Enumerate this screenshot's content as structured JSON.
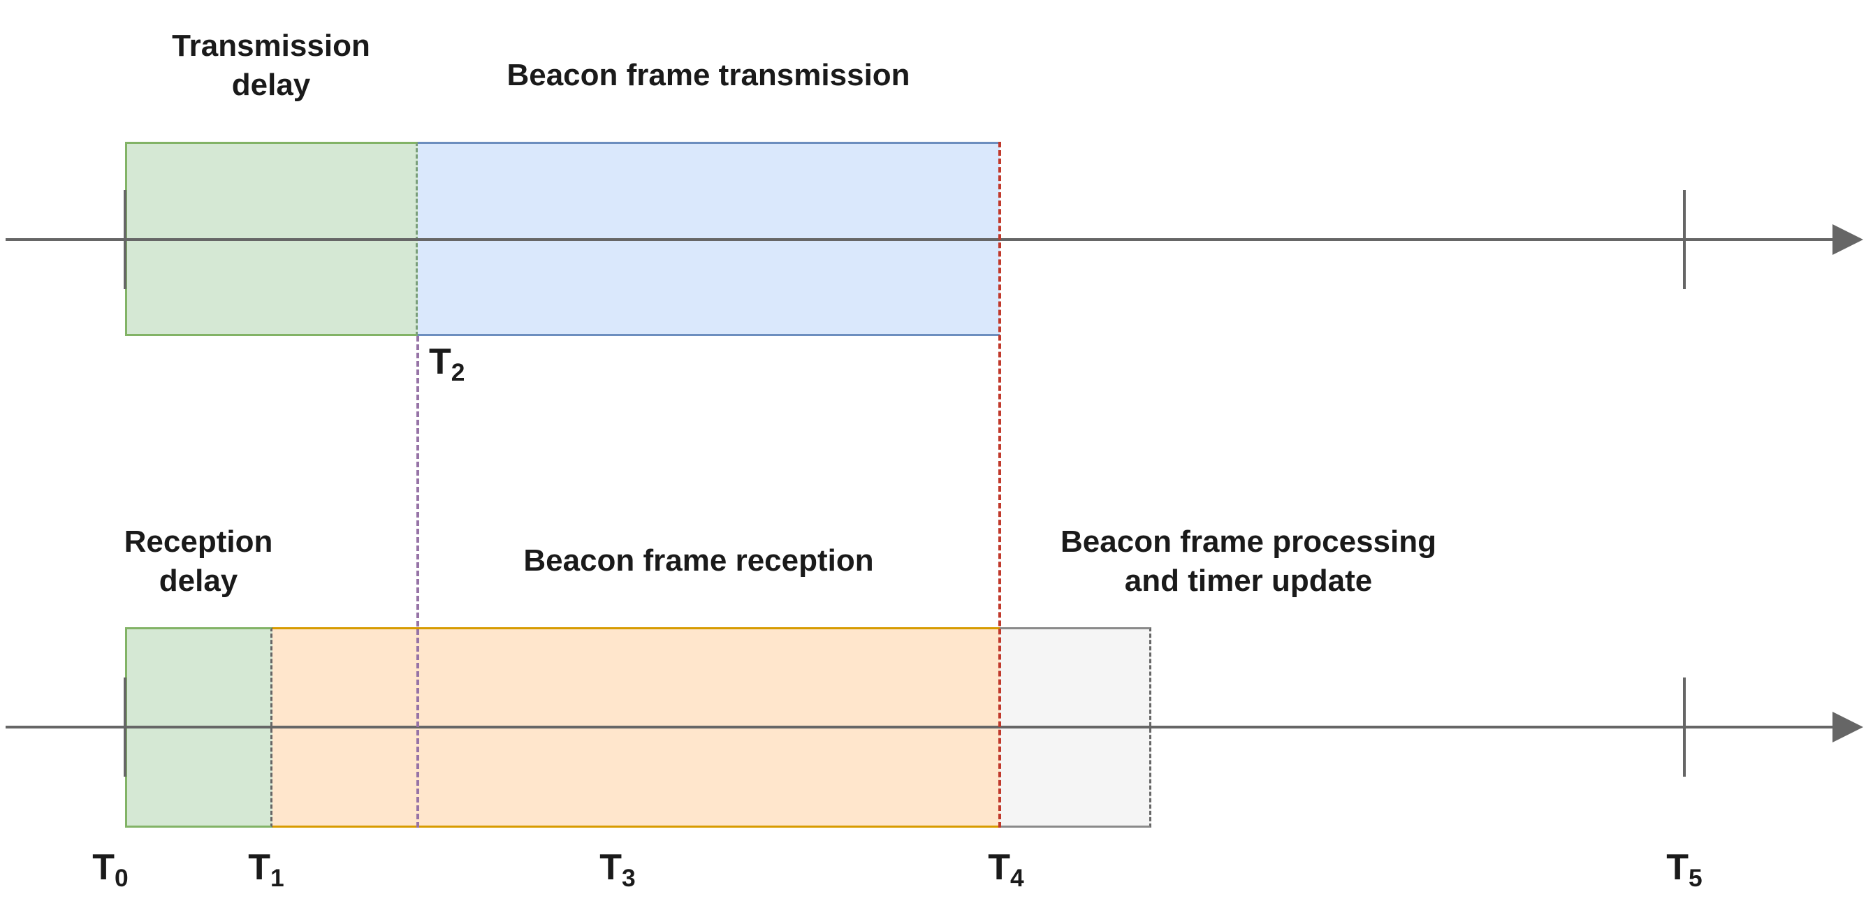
{
  "labels": {
    "transmission_delay": [
      "Transmission",
      "delay"
    ],
    "beacon_transmission": "Beacon frame transmission",
    "reception_delay": [
      "Reception",
      "delay"
    ],
    "beacon_reception": "Beacon frame reception",
    "beacon_processing": [
      "Beacon frame processing",
      "and timer update"
    ]
  },
  "time_markers": [
    {
      "base": "T",
      "sub": "0"
    },
    {
      "base": "T",
      "sub": "1"
    },
    {
      "base": "T",
      "sub": "2"
    },
    {
      "base": "T",
      "sub": "3"
    },
    {
      "base": "T",
      "sub": "4"
    },
    {
      "base": "T",
      "sub": "5"
    }
  ],
  "colors": {
    "delay_fill": "#d5e8d4",
    "delay_border": "#82b366",
    "transmission_fill": "#dae8fc",
    "transmission_border": "#6c8ebf",
    "reception_fill": "#ffe6cc",
    "reception_border": "#d79b00",
    "processing_fill": "#f5f5f5",
    "processing_border": "#666666",
    "t2_dash_line": "#9673a6",
    "t4_dash_line": "#c0392b",
    "timeline": "#666666",
    "text": "#1a1a1a"
  }
}
